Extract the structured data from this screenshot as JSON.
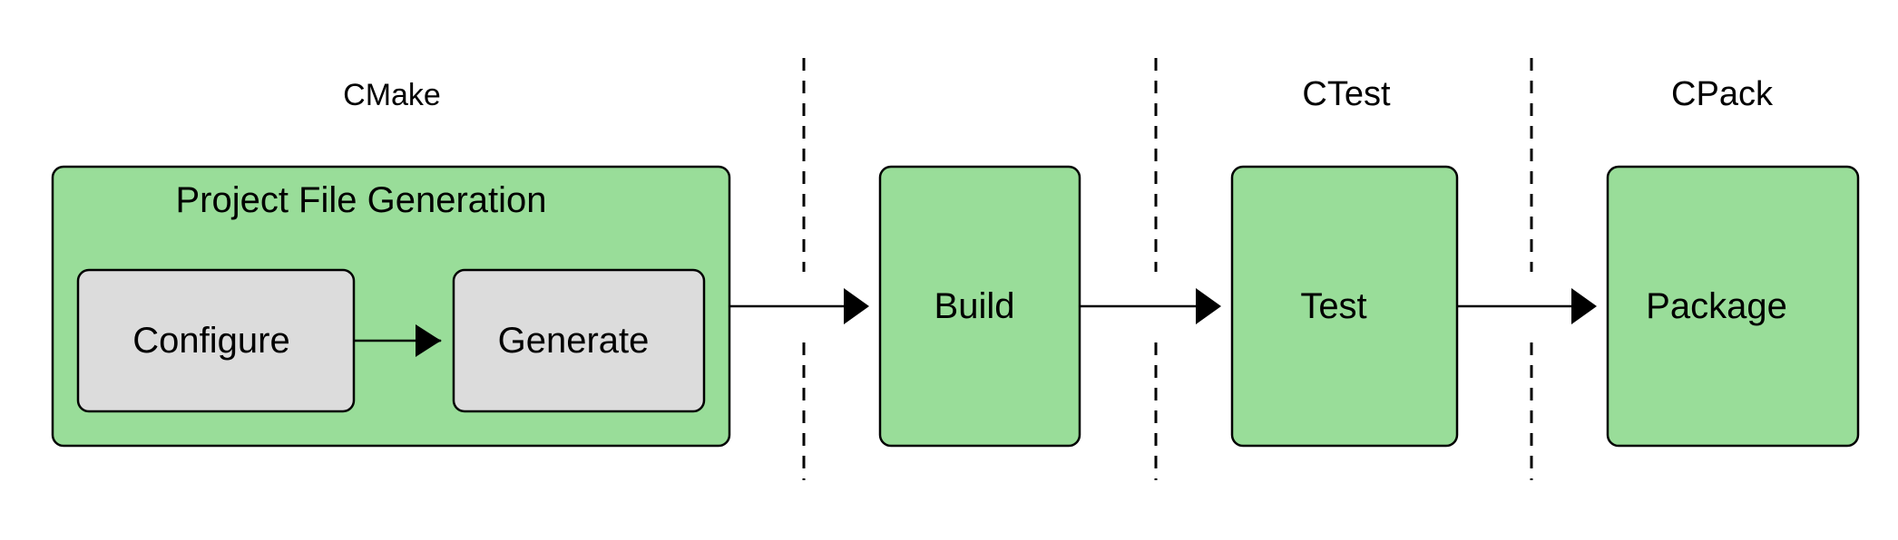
{
  "diagram": {
    "stage_labels": {
      "cmake": "CMake",
      "ctest": "CTest",
      "cpack": "CPack"
    },
    "project_file_generation": {
      "title": "Project File Generation",
      "configure": "Configure",
      "generate": "Generate"
    },
    "build": "Build",
    "test": "Test",
    "package": "Package"
  },
  "colors": {
    "green_box": "#99dd99",
    "gray_box": "#dcdcdc",
    "stroke": "#000000",
    "background": "#ffffff"
  }
}
